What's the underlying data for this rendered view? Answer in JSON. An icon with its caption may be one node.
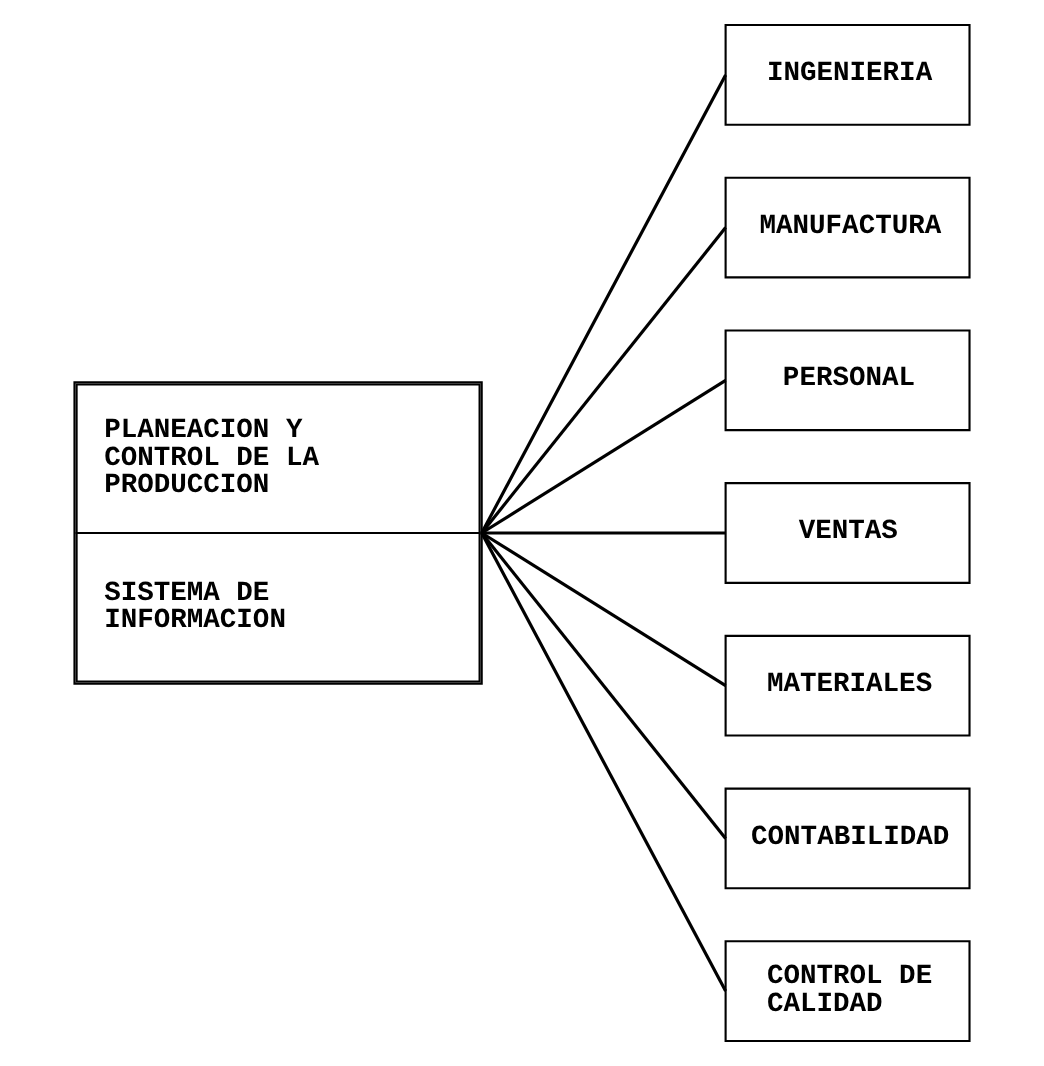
{
  "diagram": {
    "nodes": [
      {
        "text": [
          "PLANEACION Y CONTROL DE LA PRODUCCION",
          "SISTEMA DE INFORMACION"
        ]
      },
      {
        "text": [
          "INGENIERIA"
        ]
      },
      {
        "text": [
          "MANUFACTURA"
        ]
      },
      {
        "text": [
          "PERSONAL"
        ]
      },
      {
        "text": [
          "VENTAS"
        ]
      },
      {
        "text": [
          "MATERIALES"
        ]
      },
      {
        "text": [
          "CONTABILIDAD"
        ]
      },
      {
        "text": [
          "CONTROL DE CALIDAD"
        ]
      }
    ],
    "edges": [
      {
        "from": 0,
        "to": 1,
        "arrow": "none"
      },
      {
        "from": 0,
        "to": 2,
        "arrow": "none"
      },
      {
        "from": 0,
        "to": 3,
        "arrow": "none"
      },
      {
        "from": 0,
        "to": 4,
        "arrow": "none"
      },
      {
        "from": 0,
        "to": 5,
        "arrow": "none"
      },
      {
        "from": 0,
        "to": 6,
        "arrow": "none"
      },
      {
        "from": 0,
        "to": 7,
        "arrow": "none"
      }
    ]
  }
}
